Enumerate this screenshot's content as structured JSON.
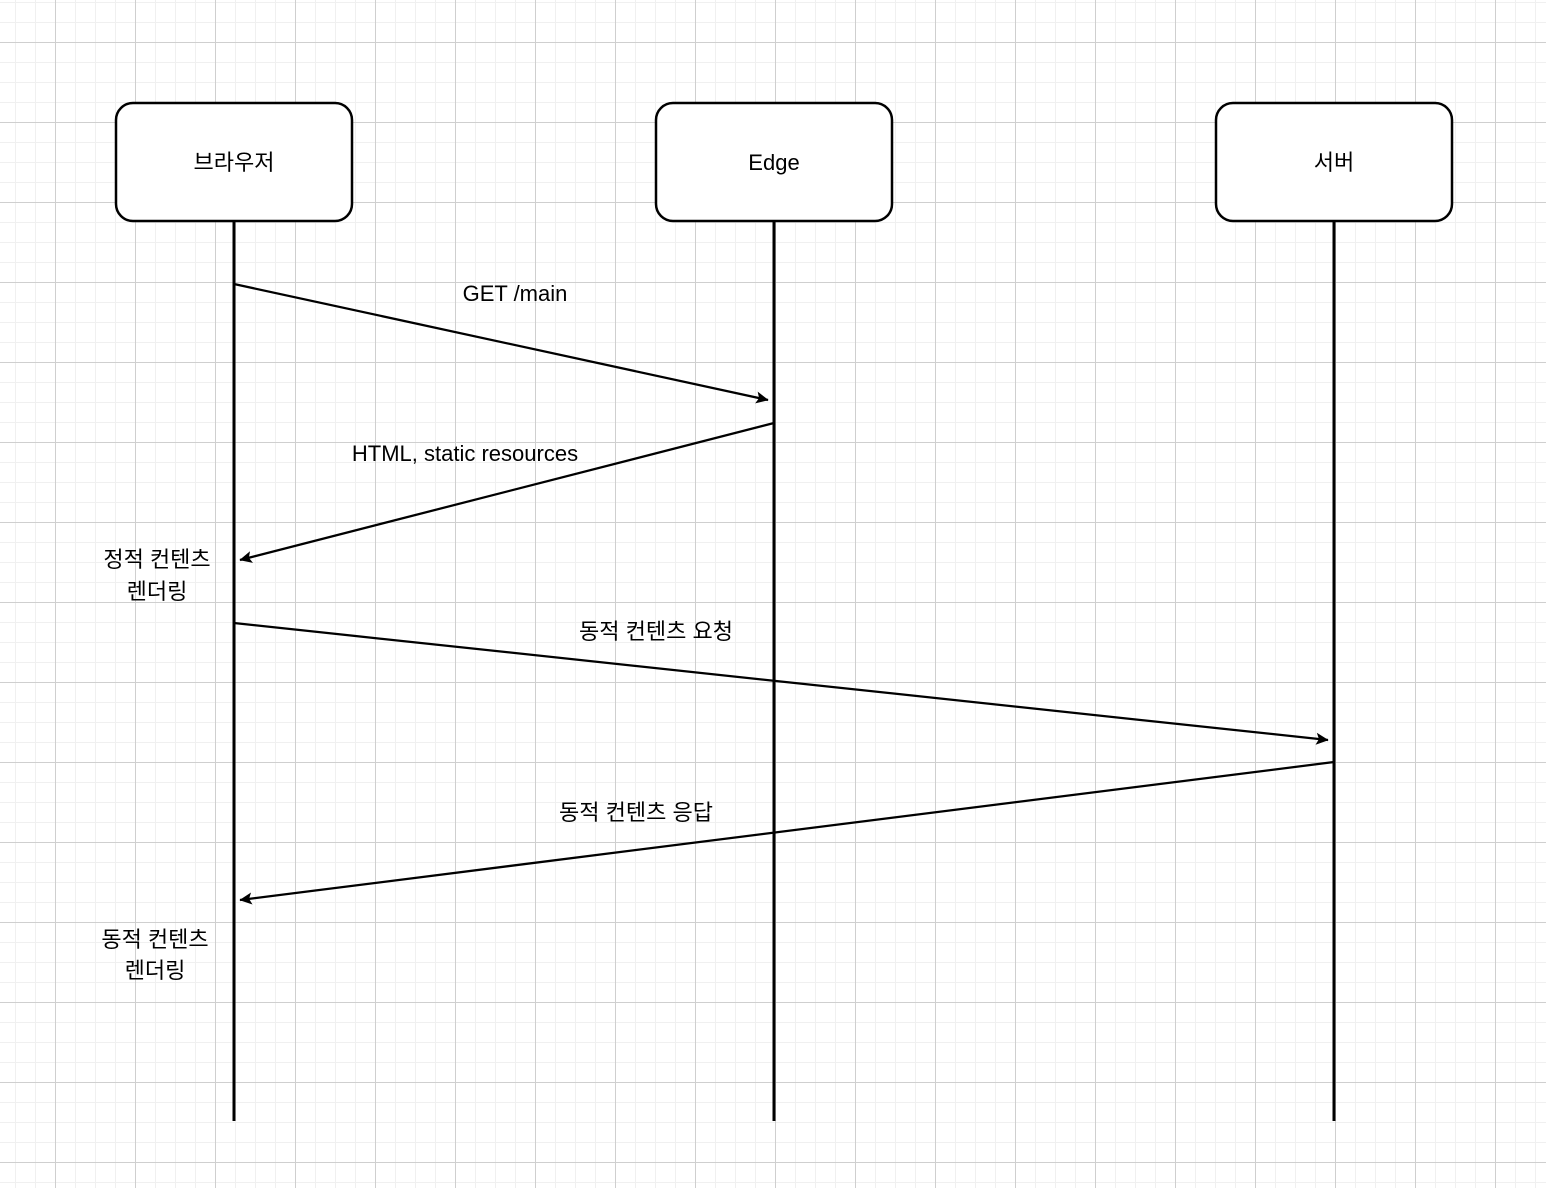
{
  "diagram": {
    "type": "sequence",
    "actors": [
      {
        "id": "browser",
        "label": "브라우저"
      },
      {
        "id": "edge",
        "label": "Edge"
      },
      {
        "id": "server",
        "label": "서버"
      }
    ],
    "messages": [
      {
        "from": "browser",
        "to": "edge",
        "label": "GET /main"
      },
      {
        "from": "edge",
        "to": "browser",
        "label": "HTML, static resources"
      },
      {
        "from": "browser",
        "to": "server",
        "label": "동적 컨텐츠 요청"
      },
      {
        "from": "server",
        "to": "browser",
        "label": "동적 컨텐츠 응답"
      }
    ],
    "notes": [
      {
        "attached_to": "browser",
        "line1": "정적 컨텐츠",
        "line2": "렌더링"
      },
      {
        "attached_to": "browser",
        "line1": "동적 컨텐츠",
        "line2": "렌더링"
      }
    ],
    "colors": {
      "stroke": "#000000",
      "shape_fill": "#ffffff",
      "background": "#ffffff",
      "grid_minor": "#f0f0f0",
      "grid_major": "#cfcfcf"
    }
  }
}
